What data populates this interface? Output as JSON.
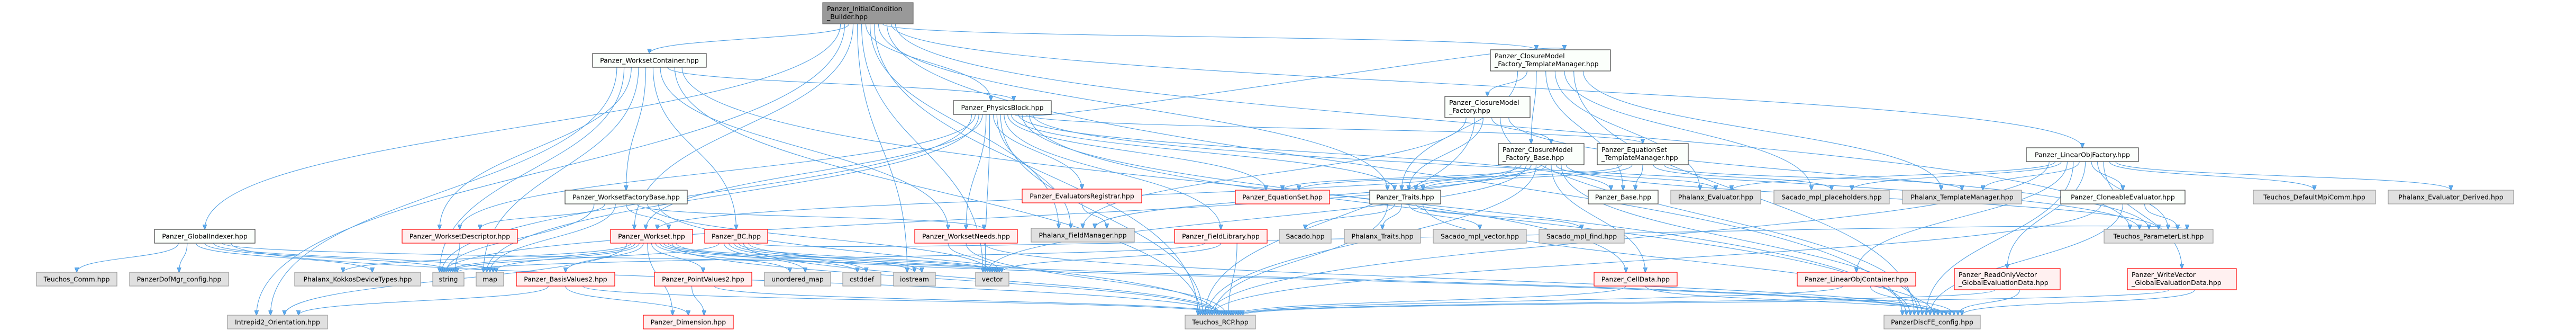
{
  "graph": {
    "title": "Panzer_InitialCondition_Builder.hpp include dependency graph",
    "colors": {
      "edge": "#4f9fe3",
      "root_fill": "#999999",
      "leaf_fill": "#e0e0e0",
      "incomplete_border": "#ff0000"
    },
    "nodes": {
      "root": {
        "label": [
          "Panzer_InitialCondition",
          "_Builder.hpp"
        ],
        "kind": "root"
      },
      "wsc": {
        "label": [
          "Panzer_WorksetContainer.hpp"
        ],
        "kind": "white"
      },
      "pb": {
        "label": [
          "Panzer_PhysicsBlock.hpp"
        ],
        "kind": "white"
      },
      "cmftm": {
        "label": [
          "Panzer_ClosureModel",
          "_Factory_TemplateManager.hpp"
        ],
        "kind": "white"
      },
      "cmf": {
        "label": [
          "Panzer_ClosureModel",
          "_Factory.hpp"
        ],
        "kind": "white"
      },
      "cmfb": {
        "label": [
          "Panzer_ClosureModel",
          "_Factory_Base.hpp"
        ],
        "kind": "white"
      },
      "estm": {
        "label": [
          "Panzer_EquationSet",
          "_TemplateManager.hpp"
        ],
        "kind": "white"
      },
      "lof": {
        "label": [
          "Panzer_LinearObjFactory.hpp"
        ],
        "kind": "white"
      },
      "wsfb": {
        "label": [
          "Panzer_WorksetFactoryBase.hpp"
        ],
        "kind": "white"
      },
      "evr": {
        "label": [
          "Panzer_EvaluatorsRegistrar.hpp"
        ],
        "kind": "red"
      },
      "eqs": {
        "label": [
          "Panzer_EquationSet.hpp"
        ],
        "kind": "red"
      },
      "traits": {
        "label": [
          "Panzer_Traits.hpp"
        ],
        "kind": "white"
      },
      "base": {
        "label": [
          "Panzer_Base.hpp"
        ],
        "kind": "white"
      },
      "pev": {
        "label": [
          "Phalanx_Evaluator.hpp"
        ],
        "kind": "gray"
      },
      "smp": {
        "label": [
          "Sacado_mpl_placeholders.hpp"
        ],
        "kind": "gray"
      },
      "ptm": {
        "label": [
          "Phalanx_TemplateManager.hpp"
        ],
        "kind": "gray"
      },
      "clone": {
        "label": [
          "Panzer_CloneableEvaluator.hpp"
        ],
        "kind": "white"
      },
      "mpicomm": {
        "label": [
          "Teuchos_DefaultMpiComm.hpp"
        ],
        "kind": "gray"
      },
      "evder": {
        "label": [
          "Phalanx_Evaluator_Derived.hpp"
        ],
        "kind": "gray"
      },
      "gi": {
        "label": [
          "Panzer_GlobalIndexer.hpp"
        ],
        "kind": "white"
      },
      "wsd": {
        "label": [
          "Panzer_WorksetDescriptor.hpp"
        ],
        "kind": "red"
      },
      "ws": {
        "label": [
          "Panzer_Workset.hpp"
        ],
        "kind": "red"
      },
      "bc": {
        "label": [
          "Panzer_BC.hpp"
        ],
        "kind": "red"
      },
      "wsn": {
        "label": [
          "Panzer_WorksetNeeds.hpp"
        ],
        "kind": "red"
      },
      "pfm": {
        "label": [
          "Phalanx_FieldManager.hpp"
        ],
        "kind": "gray"
      },
      "fl": {
        "label": [
          "Panzer_FieldLibrary.hpp"
        ],
        "kind": "red"
      },
      "sacado": {
        "label": [
          "Sacado.hpp"
        ],
        "kind": "gray"
      },
      "ptraits": {
        "label": [
          "Phalanx_Traits.hpp"
        ],
        "kind": "gray"
      },
      "smv": {
        "label": [
          "Sacado_mpl_vector.hpp"
        ],
        "kind": "gray"
      },
      "smf": {
        "label": [
          "Sacado_mpl_find.hpp"
        ],
        "kind": "gray"
      },
      "plist": {
        "label": [
          "Teuchos_ParameterList.hpp"
        ],
        "kind": "gray"
      },
      "tcomm": {
        "label": [
          "Teuchos_Comm.hpp"
        ],
        "kind": "gray"
      },
      "dofcfg": {
        "label": [
          "PanzerDofMgr_config.hpp"
        ],
        "kind": "gray"
      },
      "kokkos": {
        "label": [
          "Phalanx_KokkosDeviceTypes.hpp"
        ],
        "kind": "gray"
      },
      "string": {
        "label": [
          "string"
        ],
        "kind": "gray"
      },
      "map": {
        "label": [
          "map"
        ],
        "kind": "gray"
      },
      "bv2": {
        "label": [
          "Panzer_BasisValues2.hpp"
        ],
        "kind": "red"
      },
      "pv2": {
        "label": [
          "Panzer_PointValues2.hpp"
        ],
        "kind": "red"
      },
      "umap": {
        "label": [
          "unordered_map"
        ],
        "kind": "gray"
      },
      "cstddef": {
        "label": [
          "cstddef"
        ],
        "kind": "gray"
      },
      "iostream": {
        "label": [
          "iostream"
        ],
        "kind": "gray"
      },
      "vector": {
        "label": [
          "vector"
        ],
        "kind": "gray"
      },
      "celldata": {
        "label": [
          "Panzer_CellData.hpp"
        ],
        "kind": "red"
      },
      "loc": {
        "label": [
          "Panzer_LinearObjContainer.hpp"
        ],
        "kind": "red"
      },
      "rov": {
        "label": [
          "Panzer_ReadOnlyVector",
          "_GlobalEvaluationData.hpp"
        ],
        "kind": "red"
      },
      "wv": {
        "label": [
          "Panzer_WriteVector",
          "_GlobalEvaluationData.hpp"
        ],
        "kind": "red"
      },
      "intrepid": {
        "label": [
          "Intrepid2_Orientation.hpp"
        ],
        "kind": "gray"
      },
      "dim": {
        "label": [
          "Panzer_Dimension.hpp"
        ],
        "kind": "red"
      },
      "rcp": {
        "label": [
          "Teuchos_RCP.hpp"
        ],
        "kind": "gray"
      },
      "discfe": {
        "label": [
          "PanzerDiscFE_config.hpp"
        ],
        "kind": "gray"
      }
    },
    "edges": [
      [
        "root",
        "wsc"
      ],
      [
        "root",
        "pb"
      ],
      [
        "root",
        "cmftm"
      ],
      [
        "root",
        "lof"
      ],
      [
        "root",
        "gi"
      ],
      [
        "root",
        "rcp"
      ],
      [
        "root",
        "vector"
      ],
      [
        "root",
        "iostream"
      ],
      [
        "root",
        "plist"
      ],
      [
        "root",
        "discfe"
      ],
      [
        "root",
        "pfm"
      ],
      [
        "root",
        "traits"
      ],
      [
        "root",
        "intrepid"
      ],
      [
        "root",
        "ws"
      ],
      [
        "wsc",
        "wsfb"
      ],
      [
        "wsc",
        "pb"
      ],
      [
        "wsc",
        "bc"
      ],
      [
        "wsc",
        "wsn"
      ],
      [
        "wsc",
        "wsd"
      ],
      [
        "wsc",
        "rcp"
      ],
      [
        "wsc",
        "discfe"
      ],
      [
        "wsc",
        "string"
      ],
      [
        "wsc",
        "map"
      ],
      [
        "wsc",
        "intrepid"
      ],
      [
        "pb",
        "evr"
      ],
      [
        "pb",
        "eqs"
      ],
      [
        "pb",
        "traits"
      ],
      [
        "pb",
        "fl"
      ],
      [
        "pb",
        "wsn"
      ],
      [
        "pb",
        "pfm"
      ],
      [
        "pb",
        "cmftm"
      ],
      [
        "pb",
        "estm"
      ],
      [
        "pb",
        "rcp"
      ],
      [
        "pb",
        "vector"
      ],
      [
        "pb",
        "string"
      ],
      [
        "pb",
        "map"
      ],
      [
        "pb",
        "plist"
      ],
      [
        "pb",
        "discfe"
      ],
      [
        "pb",
        "wsd"
      ],
      [
        "pb",
        "celldata"
      ],
      [
        "pb",
        "base"
      ],
      [
        "pb",
        "ws"
      ],
      [
        "cmftm",
        "cmf"
      ],
      [
        "cmftm",
        "cmfb"
      ],
      [
        "cmftm",
        "traits"
      ],
      [
        "cmftm",
        "ptm"
      ],
      [
        "cmftm",
        "smp"
      ],
      [
        "cmftm",
        "pev"
      ],
      [
        "cmftm",
        "base"
      ],
      [
        "cmftm",
        "discfe"
      ],
      [
        "cmf",
        "cmfb"
      ],
      [
        "cmf",
        "traits"
      ],
      [
        "cmf",
        "pfm"
      ],
      [
        "cmf",
        "rcp"
      ],
      [
        "cmf",
        "plist"
      ],
      [
        "cmf",
        "discfe"
      ],
      [
        "cmfb",
        "traits"
      ],
      [
        "cmfb",
        "pfm"
      ],
      [
        "cmfb",
        "plist"
      ],
      [
        "cmfb",
        "rcp"
      ],
      [
        "cmfb",
        "ws"
      ],
      [
        "cmfb",
        "pev"
      ],
      [
        "cmfb",
        "eqs"
      ],
      [
        "cmfb",
        "vector"
      ],
      [
        "cmfb",
        "string"
      ],
      [
        "cmfb",
        "discfe"
      ],
      [
        "cmfb",
        "celldata"
      ],
      [
        "estm",
        "base"
      ],
      [
        "estm",
        "ptm"
      ],
      [
        "estm",
        "smp"
      ],
      [
        "estm",
        "traits"
      ],
      [
        "estm",
        "eqs"
      ],
      [
        "lof",
        "clone"
      ],
      [
        "lof",
        "ptm"
      ],
      [
        "lof",
        "smp"
      ],
      [
        "lof",
        "evder"
      ],
      [
        "lof",
        "mpicomm"
      ],
      [
        "lof",
        "plist"
      ],
      [
        "lof",
        "loc"
      ],
      [
        "lof",
        "rov"
      ],
      [
        "lof",
        "wv"
      ],
      [
        "lof",
        "pev"
      ],
      [
        "lof",
        "discfe"
      ],
      [
        "lof",
        "rcp"
      ],
      [
        "clone",
        "plist"
      ],
      [
        "clone",
        "rcp"
      ],
      [
        "clone",
        "discfe"
      ],
      [
        "traits",
        "sacado"
      ],
      [
        "traits",
        "ptraits"
      ],
      [
        "traits",
        "smv"
      ],
      [
        "traits",
        "smf"
      ],
      [
        "traits",
        "discfe"
      ],
      [
        "traits",
        "rcp"
      ],
      [
        "wsfb",
        "ws"
      ],
      [
        "wsfb",
        "wsn"
      ],
      [
        "wsfb",
        "string"
      ],
      [
        "wsfb",
        "map"
      ],
      [
        "wsfb",
        "wsd"
      ],
      [
        "wsfb",
        "rcp"
      ],
      [
        "wsfb",
        "vector"
      ],
      [
        "ws",
        "bv2"
      ],
      [
        "ws",
        "pv2"
      ],
      [
        "ws",
        "dim"
      ],
      [
        "ws",
        "umap"
      ],
      [
        "ws",
        "cstddef"
      ],
      [
        "ws",
        "iostream"
      ],
      [
        "ws",
        "vector"
      ],
      [
        "ws",
        "string"
      ],
      [
        "ws",
        "map"
      ],
      [
        "ws",
        "kokkos"
      ],
      [
        "ws",
        "rcp"
      ],
      [
        "ws",
        "discfe"
      ],
      [
        "ws",
        "intrepid"
      ],
      [
        "bc",
        "umap"
      ],
      [
        "bc",
        "cstddef"
      ],
      [
        "bc",
        "iostream"
      ],
      [
        "bc",
        "vector"
      ],
      [
        "bc",
        "string"
      ],
      [
        "bc",
        "rcp"
      ],
      [
        "bc",
        "discfe"
      ],
      [
        "bc",
        "plist"
      ],
      [
        "gi",
        "tcomm"
      ],
      [
        "gi",
        "dofcfg"
      ],
      [
        "gi",
        "kokkos"
      ],
      [
        "gi",
        "string"
      ],
      [
        "gi",
        "vector"
      ],
      [
        "gi",
        "rcp"
      ],
      [
        "gi",
        "map"
      ],
      [
        "wsn",
        "vector"
      ],
      [
        "wsn",
        "rcp"
      ],
      [
        "wsn",
        "discfe"
      ],
      [
        "wsd",
        "string"
      ],
      [
        "evr",
        "pfm"
      ],
      [
        "fl",
        "rcp"
      ],
      [
        "fl",
        "vector"
      ],
      [
        "fl",
        "string"
      ],
      [
        "bv2",
        "rcp"
      ],
      [
        "bv2",
        "dim"
      ],
      [
        "bv2",
        "intrepid"
      ],
      [
        "pv2",
        "dim"
      ],
      [
        "pv2",
        "rcp"
      ],
      [
        "celldata",
        "discfe"
      ],
      [
        "celldata",
        "rcp"
      ],
      [
        "loc",
        "discfe"
      ],
      [
        "loc",
        "rcp"
      ],
      [
        "rov",
        "discfe"
      ],
      [
        "rov",
        "rcp"
      ],
      [
        "wv",
        "discfe"
      ],
      [
        "wv",
        "rcp"
      ]
    ]
  }
}
